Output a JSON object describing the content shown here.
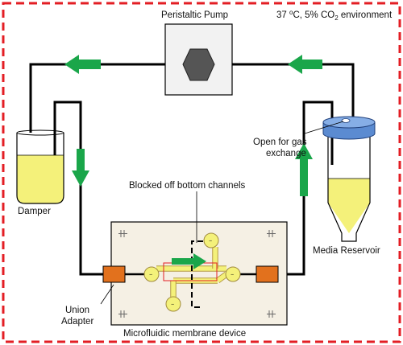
{
  "labels": {
    "pump": "Peristaltic Pump",
    "environment_main": "37 ",
    "environment_o": "o",
    "environment_mid": "C, 5% CO",
    "environment_sub": "2",
    "environment_end": " environment",
    "gas_line1": "Open for gas",
    "gas_line2": "exchange",
    "blocked": "Blocked off bottom channels",
    "damper": "Damper",
    "reservoir": "Media Reservoir",
    "union_line1": "Union",
    "union_line2": "Adapter",
    "device": "Microfluidic membrane device",
    "minus_top": "−",
    "minus_left": "−",
    "minus_right": "−",
    "minus_bottom": "−"
  },
  "colors": {
    "border_dash": "#e31e24",
    "tube": "#000000",
    "flow_arrow": "#1aa64a",
    "liquid": "#f4f17a",
    "adapter": "#e2711d",
    "chip": "#f5f0e4",
    "reservoir_cap": "#5b8bd1",
    "pump_hex": "#555555",
    "highlight": "#e31e24"
  }
}
